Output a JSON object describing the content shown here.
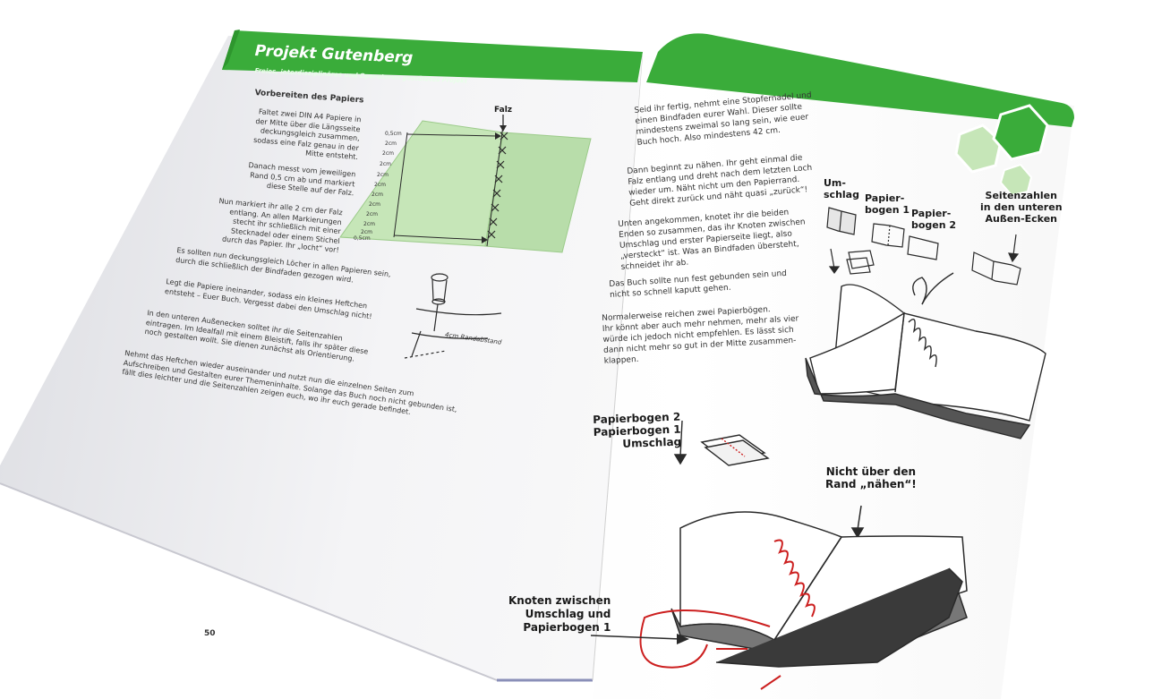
{
  "left_page": {
    "header_title": "Projekt Gutenberg",
    "header_subtitle": "Freies, interdisziplinäres und Operatoren gestütztes Projekt",
    "section_title": "Vorbereiten des Papiers",
    "para1": "Faltet zwei DIN A4 Papiere in\nder Mitte über die Längsseite\ndeckungsgleich zusammen,\nsodass eine Falz genau in der\nMitte entsteht.",
    "para2": "Danach messt vom jeweiligen\nRand 0,5 cm ab und markiert\ndiese Stelle auf der Falz.",
    "para3": "Nun markiert ihr alle 2 cm der Falz\nentlang. An allen Markierungen\nstecht ihr schließlich mit einer\nStecknadel oder einem Stichel\ndurch das Papier. Ihr „locht“ vor!",
    "para4": "Es sollten nun deckungsgleich Löcher in allen Papieren sein,\ndurch die schließlich der Bindfaden gezogen wird.",
    "para5": "Legt die Papiere ineinander, sodass ein kleines Heftchen\nentsteht – Euer Buch. Vergesst dabei den Umschlag nicht!",
    "para6": "In den unteren Außenecken solltet ihr die Seitenzahlen\neintragen. Im Idealfall mit einem Bleistift, falls ihr später diese\nnoch gestalten wollt. Sie dienen zunächst als Orientierung.",
    "para7": "Nehmt das Heftchen wieder auseinander und nutzt nun die einzelnen Seiten zum\nAufschreiben und Gestalten eurer Themeninhalte. Solange das Buch noch nicht gebunden ist,\nfällt dies leichter und die Seitenzahlen zeigen euch, wo ihr euch gerade befindet.",
    "diagram_label": "Falz",
    "ruler_ticks": [
      "0,5cm",
      "2cm",
      "2cm",
      "2cm",
      "2cm",
      "2cm",
      "2cm",
      "2cm",
      "2cm",
      "2cm",
      "2cm",
      "0,5cm"
    ],
    "sketch_caption": "4cm Randabstand",
    "page_number": "50"
  },
  "right_page": {
    "para1": "Seid ihr fertig, nehmt eine Stopfernadel und\neinen Bindfaden eurer Wahl. Dieser sollte\nmindestens zweimal so lang sein, wie euer\nBuch hoch. Also mindestens 42 cm.",
    "para2": "Dann beginnt zu nähen. Ihr geht einmal die\nFalz entlang und dreht nach dem letzten Loch\nwieder um. Näht nicht um den Papierrand.\nGeht direkt zurück und näht quasi „zurück“!",
    "para3": "Unten angekommen, knotet ihr die beiden\nEnden so zusammen, das ihr Knoten zwischen\nUmschlag und erster Papierseite liegt, also\n„versteckt“ ist. Was an Bindfaden übersteht,\nschneidet ihr ab.",
    "para4": "Das Buch sollte nun fest gebunden sein und\nnicht so schnell kaputt gehen.",
    "para5": "Normalerweise reichen zwei Papierbögen.\nIhr könnt aber auch mehr nehmen, mehr als vier\nwürde ich jedoch nicht empfehlen. Es lässt sich\ndann nicht mehr so gut in der Mitte zusammen-\nklappen.",
    "label_umschlag": "Um-\nschlag",
    "label_bogen1": "Papier-\nbogen 1",
    "label_bogen2": "Papier-\nbogen 2",
    "label_seitenzahlen": "Seitenzahlen\nin den unteren\nAußen-Ecken",
    "label_stack": "Papierbogen 2\nPapierbogen 1\nUmschlag",
    "label_rand": "Nicht über den\nRand „nähen“!",
    "label_knoten": "Knoten zwischen\nUmschlag und\nPapierbogen 1"
  },
  "colors": {
    "header_green": "#3aac3a",
    "diagram_green": "#c6e6b8",
    "thread_red": "#cc1f1f",
    "text_dark": "#1a1a1a"
  }
}
